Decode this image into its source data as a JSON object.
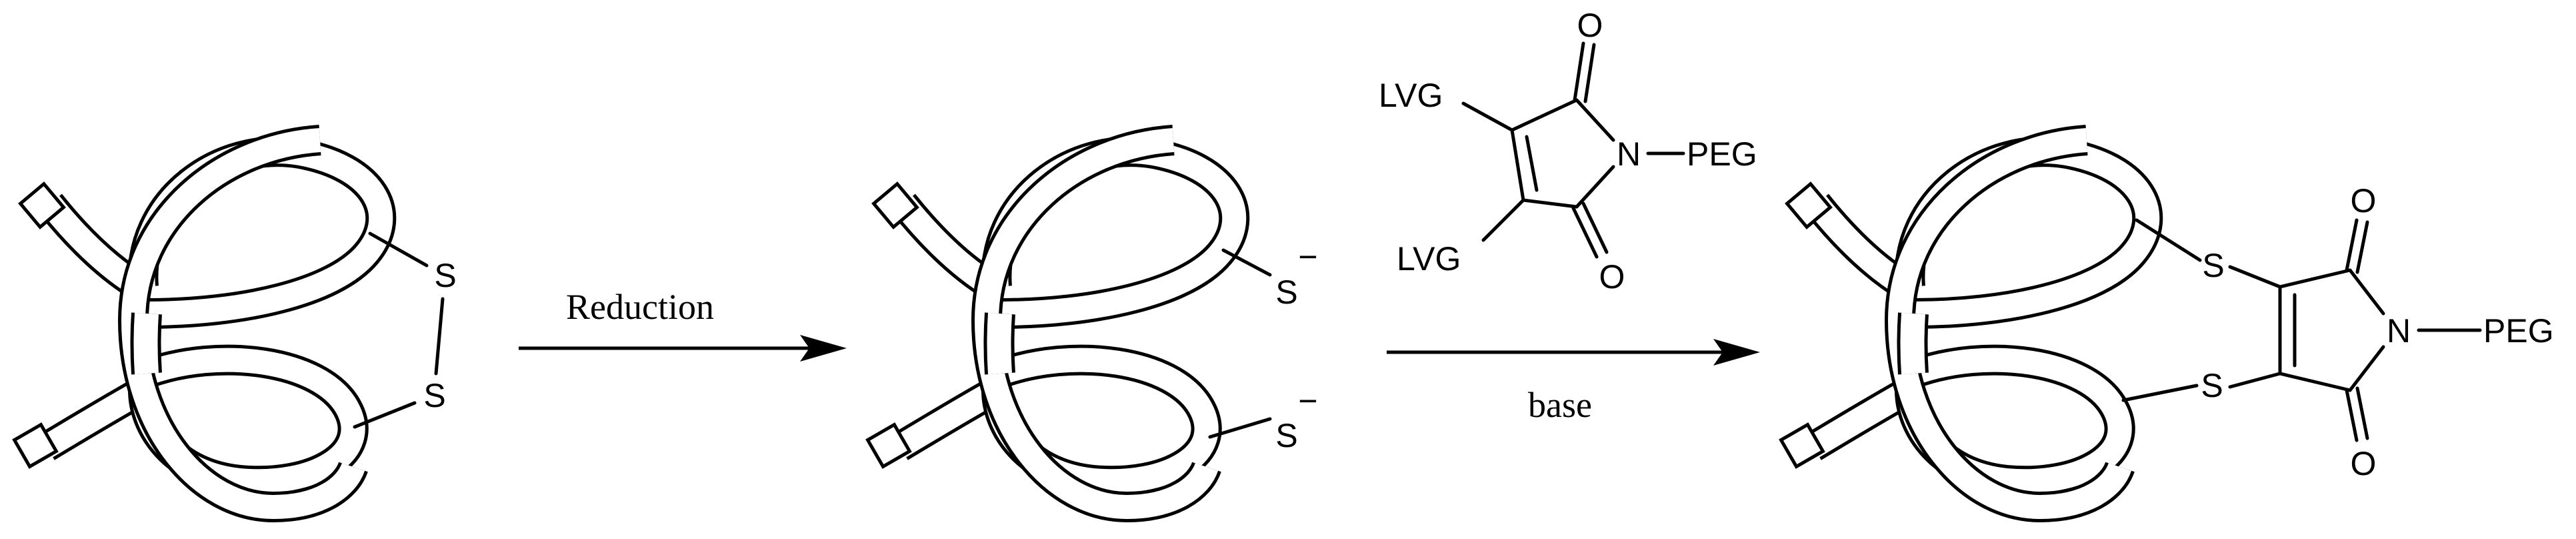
{
  "labels": {
    "reduction": "Reduction",
    "base": "base",
    "sulfur": "S",
    "charge": "−",
    "oxygen": "O",
    "nitrogen": "N",
    "peg": "PEG",
    "lvg": "LVG"
  },
  "structures": [
    "protein-with-disulfide",
    "reduced-protein-thiolates",
    "dihalomaleimide-reagent",
    "rebridged-protein-conjugate"
  ],
  "colors": {
    "ink": "#000000",
    "background": "#ffffff"
  }
}
